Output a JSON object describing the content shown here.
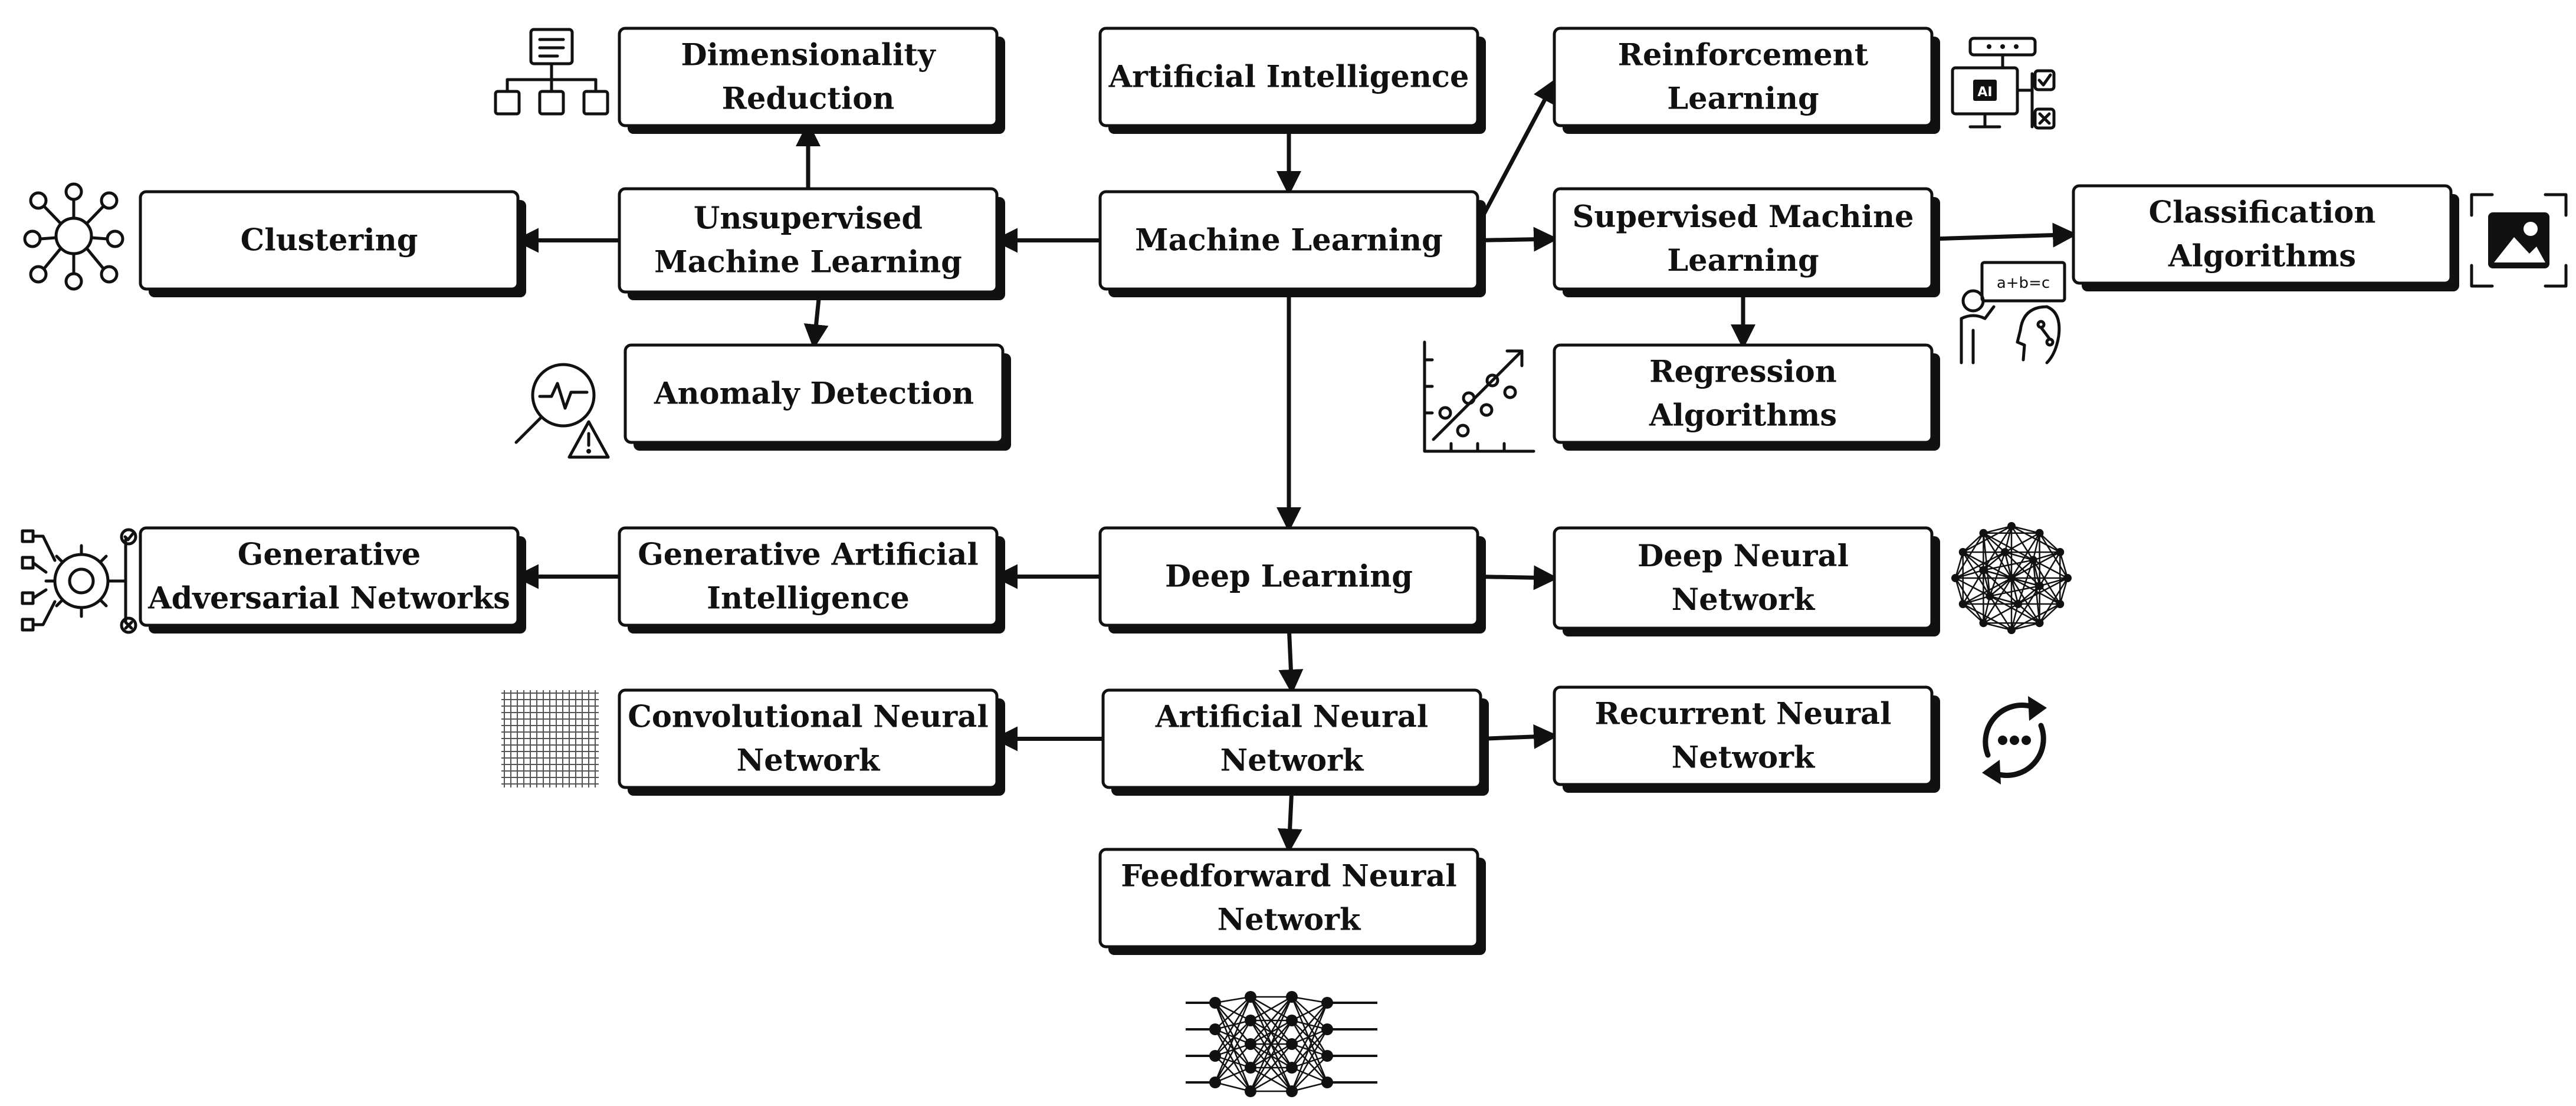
{
  "nodes": {
    "ai": {
      "lines": [
        "Artificial Intelligence"
      ]
    },
    "ml": {
      "lines": [
        "Machine Learning"
      ]
    },
    "dim": {
      "lines": [
        "Dimensionality",
        "Reduction"
      ]
    },
    "uml": {
      "lines": [
        "Unsupervised",
        "Machine Learning"
      ]
    },
    "clu": {
      "lines": [
        "Clustering"
      ]
    },
    "ano": {
      "lines": [
        "Anomaly Detection"
      ]
    },
    "rl": {
      "lines": [
        "Reinforcement",
        "Learning"
      ]
    },
    "sml": {
      "lines": [
        "Supervised Machine",
        "Learning"
      ]
    },
    "cla": {
      "lines": [
        "Classification",
        "Algorithms"
      ]
    },
    "reg": {
      "lines": [
        "Regression",
        "Algorithms"
      ]
    },
    "dl": {
      "lines": [
        "Deep Learning"
      ]
    },
    "gai": {
      "lines": [
        "Generative Artificial",
        "Intelligence"
      ]
    },
    "gan": {
      "lines": [
        "Generative",
        "Adversarial Networks"
      ]
    },
    "dnn": {
      "lines": [
        "Deep Neural",
        "Network"
      ]
    },
    "ann": {
      "lines": [
        "Artificial Neural",
        "Network"
      ]
    },
    "cnn": {
      "lines": [
        "Convolutional Neural",
        "Network"
      ]
    },
    "rnn": {
      "lines": [
        "Recurrent Neural",
        "Network"
      ]
    },
    "fnn": {
      "lines": [
        "Feedforward Neural",
        "Network"
      ]
    }
  },
  "edges": [
    {
      "from": "ai",
      "to": "ml"
    },
    {
      "from": "ml",
      "to": "uml"
    },
    {
      "from": "ml",
      "to": "sml"
    },
    {
      "from": "ml",
      "to": "rl"
    },
    {
      "from": "ml",
      "to": "dl"
    },
    {
      "from": "uml",
      "to": "dim"
    },
    {
      "from": "uml",
      "to": "clu"
    },
    {
      "from": "uml",
      "to": "ano"
    },
    {
      "from": "sml",
      "to": "cla"
    },
    {
      "from": "sml",
      "to": "reg"
    },
    {
      "from": "dl",
      "to": "gai"
    },
    {
      "from": "dl",
      "to": "dnn"
    },
    {
      "from": "dl",
      "to": "ann"
    },
    {
      "from": "gai",
      "to": "gan"
    },
    {
      "from": "ann",
      "to": "cnn"
    },
    {
      "from": "ann",
      "to": "rnn"
    },
    {
      "from": "ann",
      "to": "fnn"
    }
  ],
  "icons": {
    "dim": "folder-hierarchy-icon",
    "clu": "network-people-icon",
    "ano": "magnifier-warning-icon",
    "rl": "ai-computer-decision-icon",
    "cla": "image-frame-icon",
    "sml": "teacher-board-icon",
    "reg": "scatter-plot-icon",
    "gan": "gear-flow-icon",
    "dnn": "mesh-network-icon",
    "cnn": "grid-icon",
    "rnn": "cycle-arrows-icon",
    "fnn": "neural-layers-icon"
  }
}
